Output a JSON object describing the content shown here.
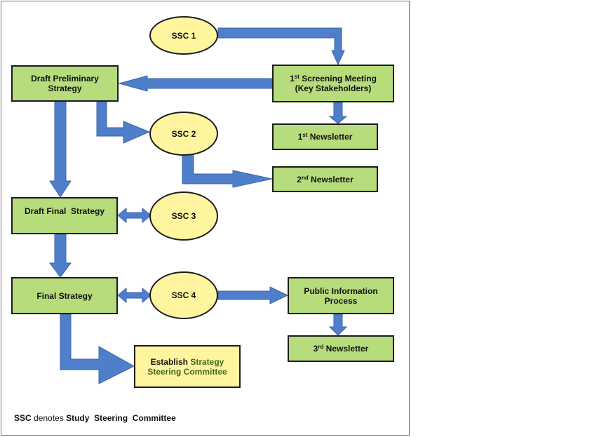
{
  "ovals": {
    "ssc1": "SSC 1",
    "ssc2": "SSC 2",
    "ssc3": "SSC 3",
    "ssc4": "SSC 4"
  },
  "boxes": {
    "draft_preliminary": {
      "line1": "Draft Preliminary",
      "line2": "Strategy"
    },
    "screening_meeting": {
      "sup": "st",
      "num": "1",
      "line1_rest": " Screening Meeting",
      "line2": "(Key Stakeholders)"
    },
    "newsletter_1": {
      "num": "1",
      "sup": "st",
      "rest": " Newsletter"
    },
    "newsletter_2": {
      "num": "2",
      "sup": "nd",
      "rest": " Newsletter"
    },
    "draft_final": "Draft Final  Strategy",
    "final_strategy": "Final Strategy",
    "public_info": {
      "line1": "Public Information",
      "line2": "Process"
    },
    "newsletter_3": {
      "num": "3",
      "sup": "rd",
      "rest": " Newsletter"
    },
    "establish": {
      "word1": "Establish",
      "word2": "Strategy",
      "line2": "Steering Committee"
    }
  },
  "footnote": {
    "abbr": "SSC",
    "middle": " denotes ",
    "expansion": "Study  Steering  Committee"
  },
  "colors": {
    "arrow_fill": "#4f7fcb",
    "arrow_stroke": "#3a64a8",
    "box_green": "#b6dc7b",
    "oval_yellow": "#fff59e",
    "accent_text_green": "#3f6a1f"
  }
}
